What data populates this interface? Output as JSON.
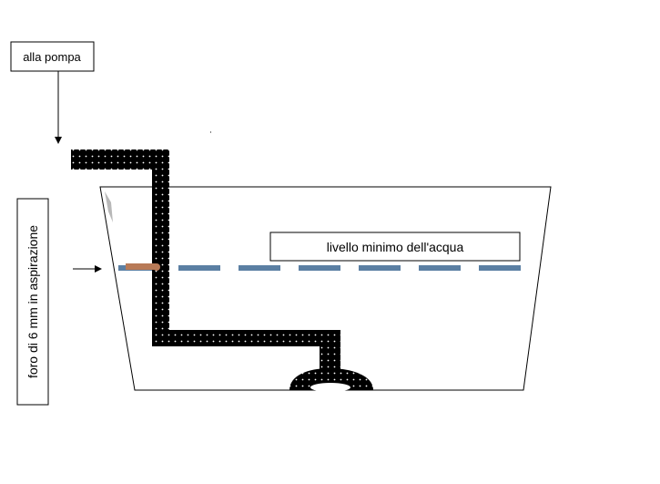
{
  "labels": {
    "pump": "alla pompa",
    "min_water_level": "livello minimo dell'acqua",
    "suction_hole": "foro di 6 mm in aspirazione"
  },
  "colors": {
    "pipe": "#000000",
    "pipe_dots": "#ffffff",
    "water_line": "#5b7fa3",
    "hole_tube": "#b87a57",
    "outline": "#000000",
    "background": "#ffffff"
  }
}
